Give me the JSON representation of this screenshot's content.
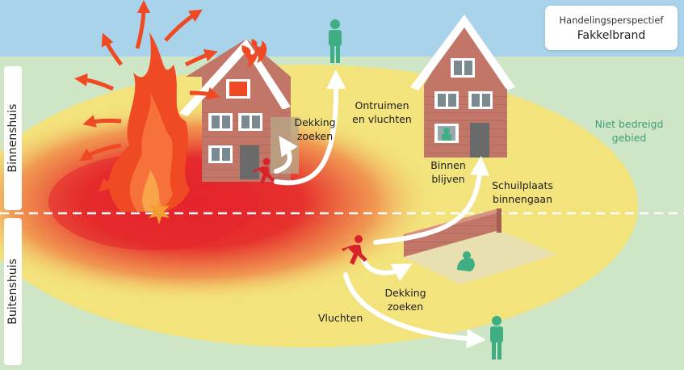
{
  "title": {
    "line1": "Handelingsperspectief",
    "line2": "Fakkelbrand"
  },
  "zones": {
    "inside": "Binnenshuis",
    "outside": "Buitenshuis",
    "safe_area": "Niet bedreigd gebied"
  },
  "actions": {
    "evacuate": "Ontruimen en vluchten",
    "cover_inside": "Dekking zoeken",
    "stay_inside": "Binnen blijven",
    "enter_shelter": "Schuilplaats binnengaan",
    "cover_outside": "Dekking zoeken",
    "flee": "Vluchten"
  },
  "colors": {
    "sky": "#a9d3ea",
    "ground": "#cfe6c6",
    "danger_zone": "#f3e37c",
    "heat_core": "#e4242c",
    "flame": "#f04a24",
    "person_threatened": "#d8232a",
    "person_safe": "#3fae82",
    "house_wall": "#c27667",
    "roof_trim": "#ffffff"
  }
}
